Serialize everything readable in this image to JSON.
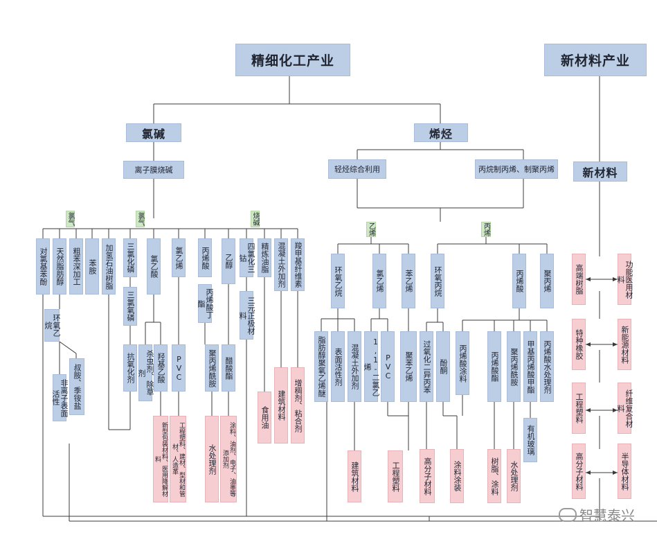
{
  "top": {
    "fine_chem": "精细化工产业",
    "new_materials": "新材料产业"
  },
  "level2": {
    "chlor_alkali": "氯碱",
    "olefins": "烯烃",
    "new_material": "新材料"
  },
  "level3": {
    "ion_membrane": "离子膜烧碱",
    "light_hydrocarbon": "轻烃综合利用",
    "propane_dehydro": "丙烷制丙烯、制聚丙烯"
  },
  "tags": {
    "chlorine_1": "氯气",
    "chlorine_2": "氯气",
    "caustic": "烧碱",
    "ethylene": "乙烯",
    "propylene": "丙烯"
  },
  "chlor": {
    "pcp": "对氯基苯酚",
    "fatty_alcohol": "天然脂肪醇",
    "benzene_deep": "粗苯深加工",
    "aniline": "苯胺",
    "hydro_petro_resin": "加氢石油树脂",
    "ethylene_oxide": "环氧乙烷",
    "nonionic_surf": "非离子表面活性",
    "tertiary_amine": "叔胺、季铵盐",
    "pcl3": "三氯化磷",
    "pocl3": "三氯氧磷",
    "antioxidant": "抗氧化剂",
    "chloroacetic": "氯乙酸",
    "pesticide": "杀虫剂、除草剂",
    "hydroxyacetic": "羟基乙酸",
    "packaging": "新型包装材料、医用降解材料",
    "vinyl_chloride": "氯乙烯",
    "pvc": "PVC",
    "eng_plastics_pvc": "工程塑料、建材、型材和管材、人造革",
    "acrylic_acid_c": "丙烯酸",
    "butyl_acrylate": "丙烯酸丁酯",
    "polyacrylamide": "聚丙烯酰胺",
    "water_treat_c": "水处理剂",
    "ethanol": "乙醇",
    "ethyl_acetate": "醋酸酯",
    "coatings_c": "涂料、油剂、电子、油墨等添加剂",
    "sicl4": "四氯化三钴",
    "ternary": "三元正极材料",
    "refined_oil": "精炼油脂",
    "edible_oil": "食用油",
    "admixture": "混凝土外加剂",
    "building_c": "建筑材料",
    "cmc": "羧甲基纤维素",
    "thickener": "增稠剂、粘合剂"
  },
  "ethylene_side": {
    "eo": "环氧乙烷",
    "vcm": "氯乙烯",
    "styrene": "苯乙烯",
    "fatty_ether": "脂肪醇聚氧乙烯醚",
    "surfactant": "表面活性剂",
    "admixture": "混凝土外加剂",
    "building": "建筑材料",
    "dce": "1,1-二氯乙烯",
    "pvc": "PVC",
    "ps": "聚苯乙烯",
    "eng_plastics": "工程塑料"
  },
  "propylene_side": {
    "epoxy_propane": "环氧丙烷",
    "peroxide": "过氧化二异丙苯",
    "phenol": "酚酮",
    "polymer": "高分子材料",
    "acrylic_coating": "丙烯酸涂料",
    "coatings": "涂料涂装",
    "acrylic_acid": "丙烯酸",
    "acrylate": "丙烯酸酯",
    "resin_coat": "树脂、涂料",
    "pam": "聚丙烯酰胺",
    "water_agent": "水处理剂",
    "pmma": "甲基丙烯酸甲酯",
    "organic_glass": "有机玻璃",
    "acrylic_water": "丙烯酸水处理剂",
    "pp": "聚丙烯"
  },
  "new_mat": {
    "hp_resin": "高端树脂",
    "medical": "功能医用材料",
    "rubber": "特种橡胶",
    "energy": "新能源材料",
    "eng_plastic": "工程塑料",
    "fiber": "纤维复合材料",
    "polymer": "高分子材料",
    "semiconductor": "半导体材料"
  },
  "watermark": "智慧泰兴"
}
